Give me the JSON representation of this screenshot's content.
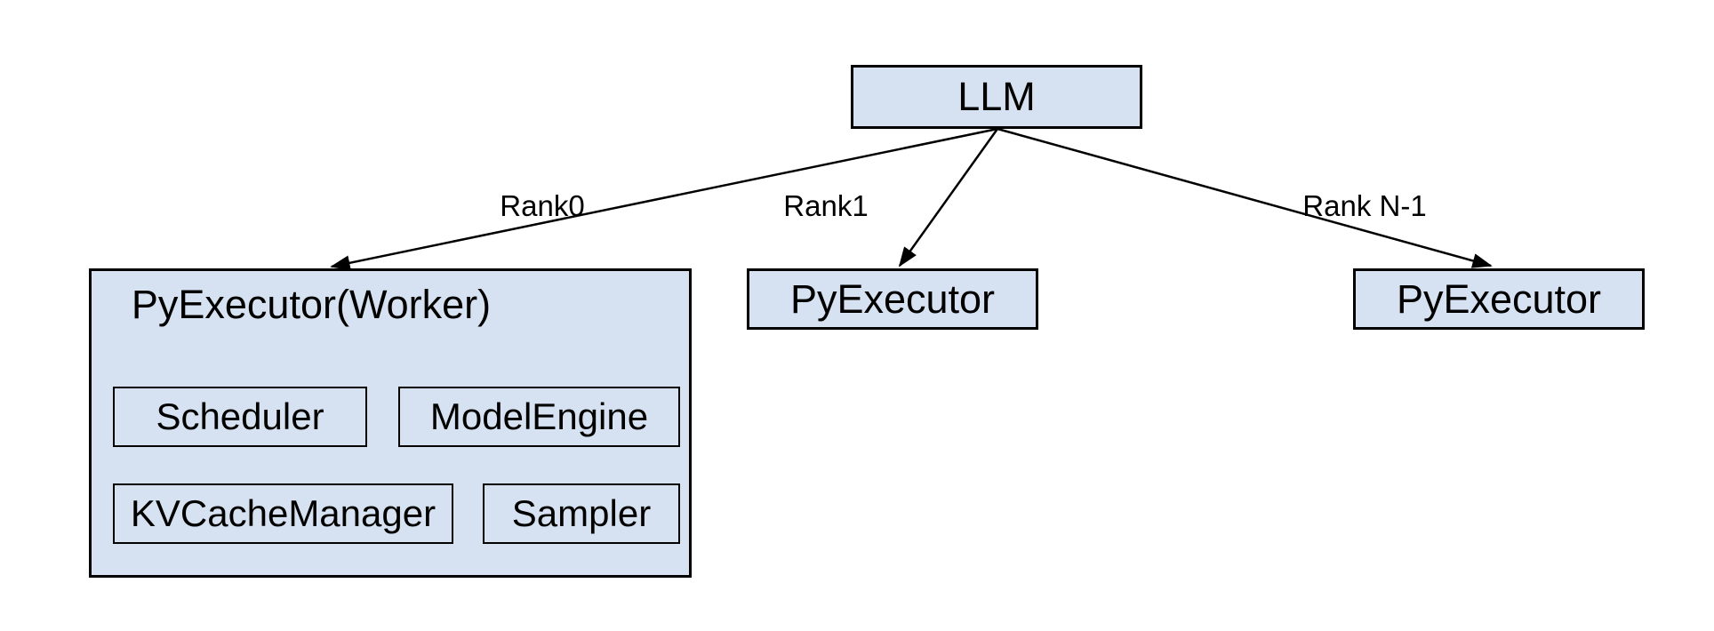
{
  "colors": {
    "node_fill": "#d6e2f1",
    "node_border": "#000000",
    "text": "#000000",
    "arrow": "#000000",
    "background": "#ffffff"
  },
  "diagram": {
    "root": {
      "label": "LLM"
    },
    "edges": [
      {
        "label": "Rank0"
      },
      {
        "label": "Rank1"
      },
      {
        "label": "Rank N-1"
      }
    ],
    "workers": {
      "rank0": {
        "label": "PyExecutor(Worker)",
        "children": [
          {
            "label": "Scheduler"
          },
          {
            "label": "ModelEngine"
          },
          {
            "label": "KVCacheManager"
          },
          {
            "label": "Sampler"
          }
        ]
      },
      "rank1": {
        "label": "PyExecutor"
      },
      "rankN": {
        "label": "PyExecutor"
      }
    }
  }
}
